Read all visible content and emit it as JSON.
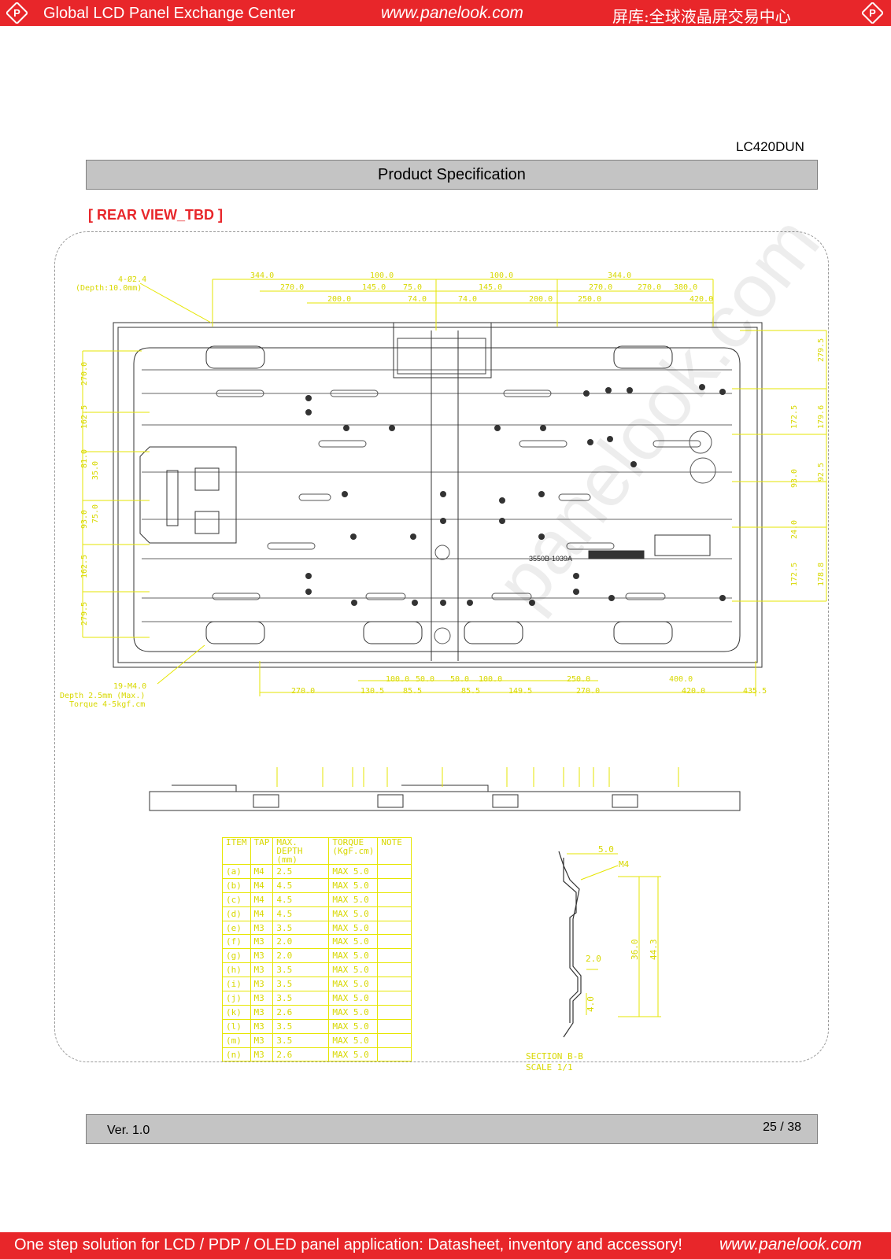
{
  "header": {
    "left_text": "Global LCD Panel Exchange Center",
    "center_text": "www.panelook.com",
    "right_text": "屏库:全球液晶屏交易中心",
    "logo_icon": "panelook-diamond-logo",
    "brand_color": "#e8262a"
  },
  "document": {
    "model": "LC420DUN",
    "title": "Product Specification",
    "section_title": "[ REAR VIEW_TBD ]"
  },
  "drawing": {
    "watermark": "panelook.com",
    "callouts": {
      "hole_note_1": "4-Ø2.4",
      "hole_note_2": "(Depth:10.0mm)",
      "screw_note_1": "19-M4.0",
      "screw_note_2": "Depth 2.5mm (Max.)",
      "screw_note_3": "Torque 4-5kgf.cm",
      "label_text": "3550B-1039A"
    },
    "top_dims_row1": [
      "344.0",
      "100.0",
      "100.0",
      "344.0"
    ],
    "top_dims_row2": [
      "270.0",
      "145.0",
      "75.0",
      "145.0",
      "270.0",
      "270.0",
      "380.0"
    ],
    "top_dims_row3": [
      "200.0",
      "74.0",
      "74.0",
      "200.0",
      "250.0",
      "420.0"
    ],
    "bottom_dims_row1": [
      "100.0",
      "50.0",
      "50.0",
      "100.0",
      "250.0",
      "400.0"
    ],
    "bottom_dims_row2": [
      "270.0",
      "130.5",
      "85.5",
      "85.5",
      "149.5",
      "270.0",
      "420.0",
      "435.5"
    ],
    "left_dims": [
      "270.0",
      "162.5",
      "81.0",
      "35.0",
      "75.0",
      "93.0",
      "162.5",
      "279.5"
    ],
    "right_dims": [
      "279.5",
      "172.5",
      "179.6",
      "93.0",
      "92.5",
      "24.0",
      "172.5",
      "178.8"
    ],
    "section_dims": [
      "5.0",
      "M4",
      "36.0",
      "44.3",
      "2.0",
      "4.0"
    ],
    "section_caption_1": "SECTION  B-B",
    "section_caption_2": "SCALE  1/1"
  },
  "screw_table": {
    "headers": [
      "ITEM",
      "TAP",
      "MAX. DEPTH (mm)",
      "TORQUE (KgF.cm)",
      "NOTE"
    ],
    "rows": [
      [
        "(a)",
        "M4",
        "2.5",
        "MAX 5.0",
        ""
      ],
      [
        "(b)",
        "M4",
        "4.5",
        "MAX 5.0",
        ""
      ],
      [
        "(c)",
        "M4",
        "4.5",
        "MAX 5.0",
        ""
      ],
      [
        "(d)",
        "M4",
        "4.5",
        "MAX 5.0",
        ""
      ],
      [
        "(e)",
        "M3",
        "3.5",
        "MAX 5.0",
        ""
      ],
      [
        "(f)",
        "M3",
        "2.0",
        "MAX 5.0",
        ""
      ],
      [
        "(g)",
        "M3",
        "2.0",
        "MAX 5.0",
        ""
      ],
      [
        "(h)",
        "M3",
        "3.5",
        "MAX 5.0",
        ""
      ],
      [
        "(i)",
        "M3",
        "3.5",
        "MAX 5.0",
        ""
      ],
      [
        "(j)",
        "M3",
        "3.5",
        "MAX 5.0",
        ""
      ],
      [
        "(k)",
        "M3",
        "2.6",
        "MAX 5.0",
        ""
      ],
      [
        "(l)",
        "M3",
        "3.5",
        "MAX 5.0",
        ""
      ],
      [
        "(m)",
        "M3",
        "3.5",
        "MAX 5.0",
        ""
      ],
      [
        "(n)",
        "M3",
        "2.6",
        "MAX 5.0",
        ""
      ]
    ]
  },
  "footer": {
    "version": "Ver. 1.0",
    "page": "25 / 38",
    "bottom_text": "One step solution for LCD / PDP / OLED panel application: Datasheet, inventory and accessory!",
    "bottom_url": "www.panelook.com"
  }
}
